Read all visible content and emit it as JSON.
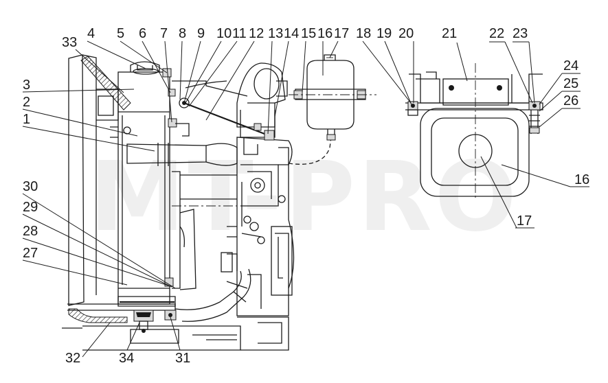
{
  "watermark": "MT-PRO",
  "callouts": [
    "1",
    "2",
    "3",
    "4",
    "5",
    "6",
    "7",
    "8",
    "9",
    "10",
    "11",
    "12",
    "13",
    "14",
    "15",
    "16",
    "17",
    "18",
    "19",
    "20",
    "21",
    "22",
    "23",
    "24",
    "25",
    "26",
    "27",
    "28",
    "29",
    "30",
    "31",
    "32",
    "33",
    "34",
    "16",
    "17"
  ]
}
